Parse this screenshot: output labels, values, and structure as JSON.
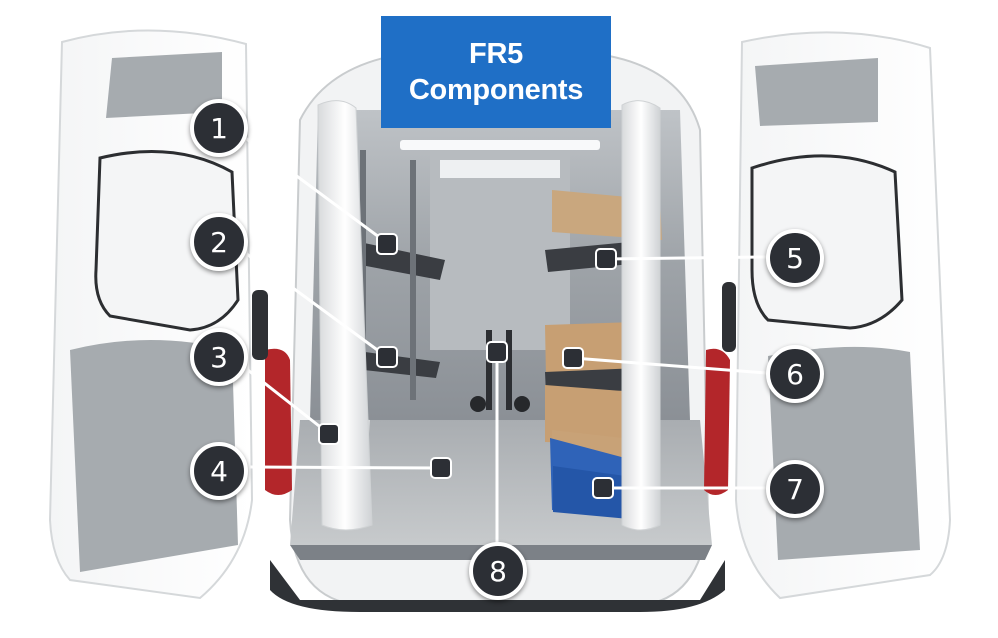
{
  "title": {
    "line1": "FR5",
    "line2": "Components"
  },
  "callouts": [
    {
      "number": "1"
    },
    {
      "number": "2"
    },
    {
      "number": "3"
    },
    {
      "number": "4"
    },
    {
      "number": "5"
    },
    {
      "number": "6"
    },
    {
      "number": "7"
    },
    {
      "number": "8"
    }
  ],
  "colors": {
    "title_bg": "#1f6fc6",
    "callout_bg": "#2c2f35",
    "leader_line": "#ffffff"
  }
}
